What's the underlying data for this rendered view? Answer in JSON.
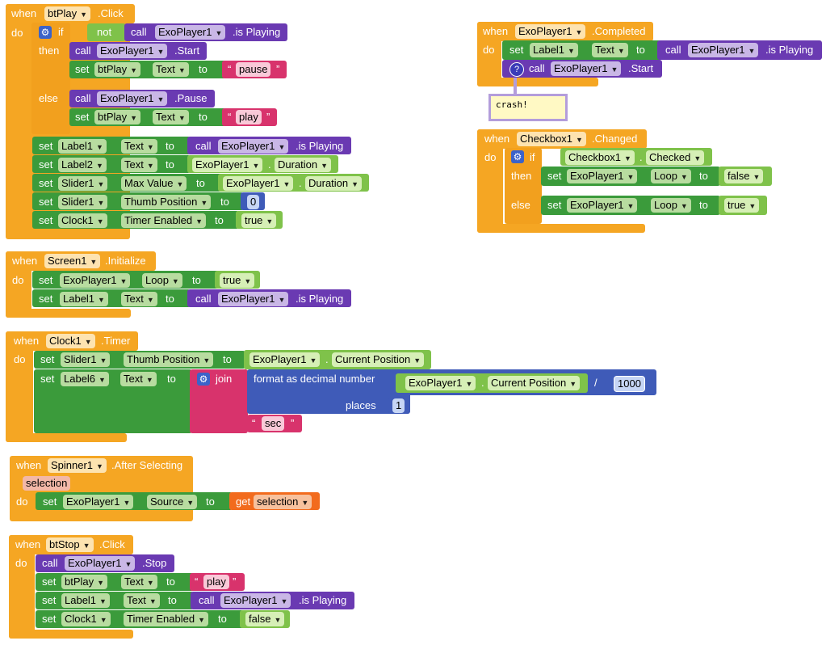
{
  "kw": {
    "when": "when",
    "do": "do",
    "set": "set",
    "to": "to",
    "call": "call",
    "if": "if",
    "then": "then",
    "else": "else",
    "not": "not",
    "get": "get",
    "join": "join",
    "dot": "."
  },
  "bt_play": {
    "component": "btPlay",
    "event": ".Click",
    "is_playing": ".is Playing",
    "start": ".Start",
    "pause": ".Pause",
    "player": "ExoPlayer1",
    "btPlay": "btPlay",
    "text": "Text",
    "pause_str": "pause",
    "play_str": "play",
    "label1": "Label1",
    "label2": "Label2",
    "slider1": "Slider1",
    "clock1": "Clock1",
    "max_value": "Max Value",
    "thumb_position": "Thumb Position",
    "timer_enabled": "Timer Enabled",
    "duration": "Duration",
    "zero": "0",
    "true": "true"
  },
  "completed": {
    "component": "ExoPlayer1",
    "event": ".Completed",
    "label1": "Label1",
    "text": "Text",
    "player": "ExoPlayer1",
    "is_playing": ".is Playing",
    "start": ".Start",
    "comment": "crash!"
  },
  "checkbox": {
    "component": "Checkbox1",
    "event": ".Changed",
    "checked": "Checked",
    "player": "ExoPlayer1",
    "loop": "Loop",
    "false": "false",
    "true": "true"
  },
  "screen": {
    "component": "Screen1",
    "event": ".Initialize",
    "player": "ExoPlayer1",
    "loop": "Loop",
    "true": "true",
    "label1": "Label1",
    "text": "Text",
    "is_playing": ".is Playing"
  },
  "clock": {
    "component": "Clock1",
    "event": ".Timer",
    "slider1": "Slider1",
    "thumb_position": "Thumb Position",
    "player": "ExoPlayer1",
    "current_position": "Current Position",
    "label6": "Label6",
    "text": "Text",
    "format": "format as decimal number",
    "places": "places",
    "divide": "/",
    "thousand": "1000",
    "one": "1",
    "sec": "sec"
  },
  "spinner": {
    "component": "Spinner1",
    "event": ".After Selecting",
    "param": "selection",
    "player": "ExoPlayer1",
    "source": "Source",
    "var": "selection"
  },
  "bt_stop": {
    "component": "btStop",
    "event": ".Click",
    "player": "ExoPlayer1",
    "stop": ".Stop",
    "btPlay": "btPlay",
    "text": "Text",
    "play_str": "play",
    "label1": "Label1",
    "is_playing": ".is Playing",
    "clock1": "Clock1",
    "timer_enabled": "Timer Enabled",
    "false": "false"
  },
  "colors": {
    "event": "#f5a623",
    "setter": "#3b9b3b",
    "method": "#6a3ab2",
    "logic": "#7fc24a",
    "text": "#d8336c",
    "math": "#3f5bb8",
    "variable": "#f26b1d"
  }
}
